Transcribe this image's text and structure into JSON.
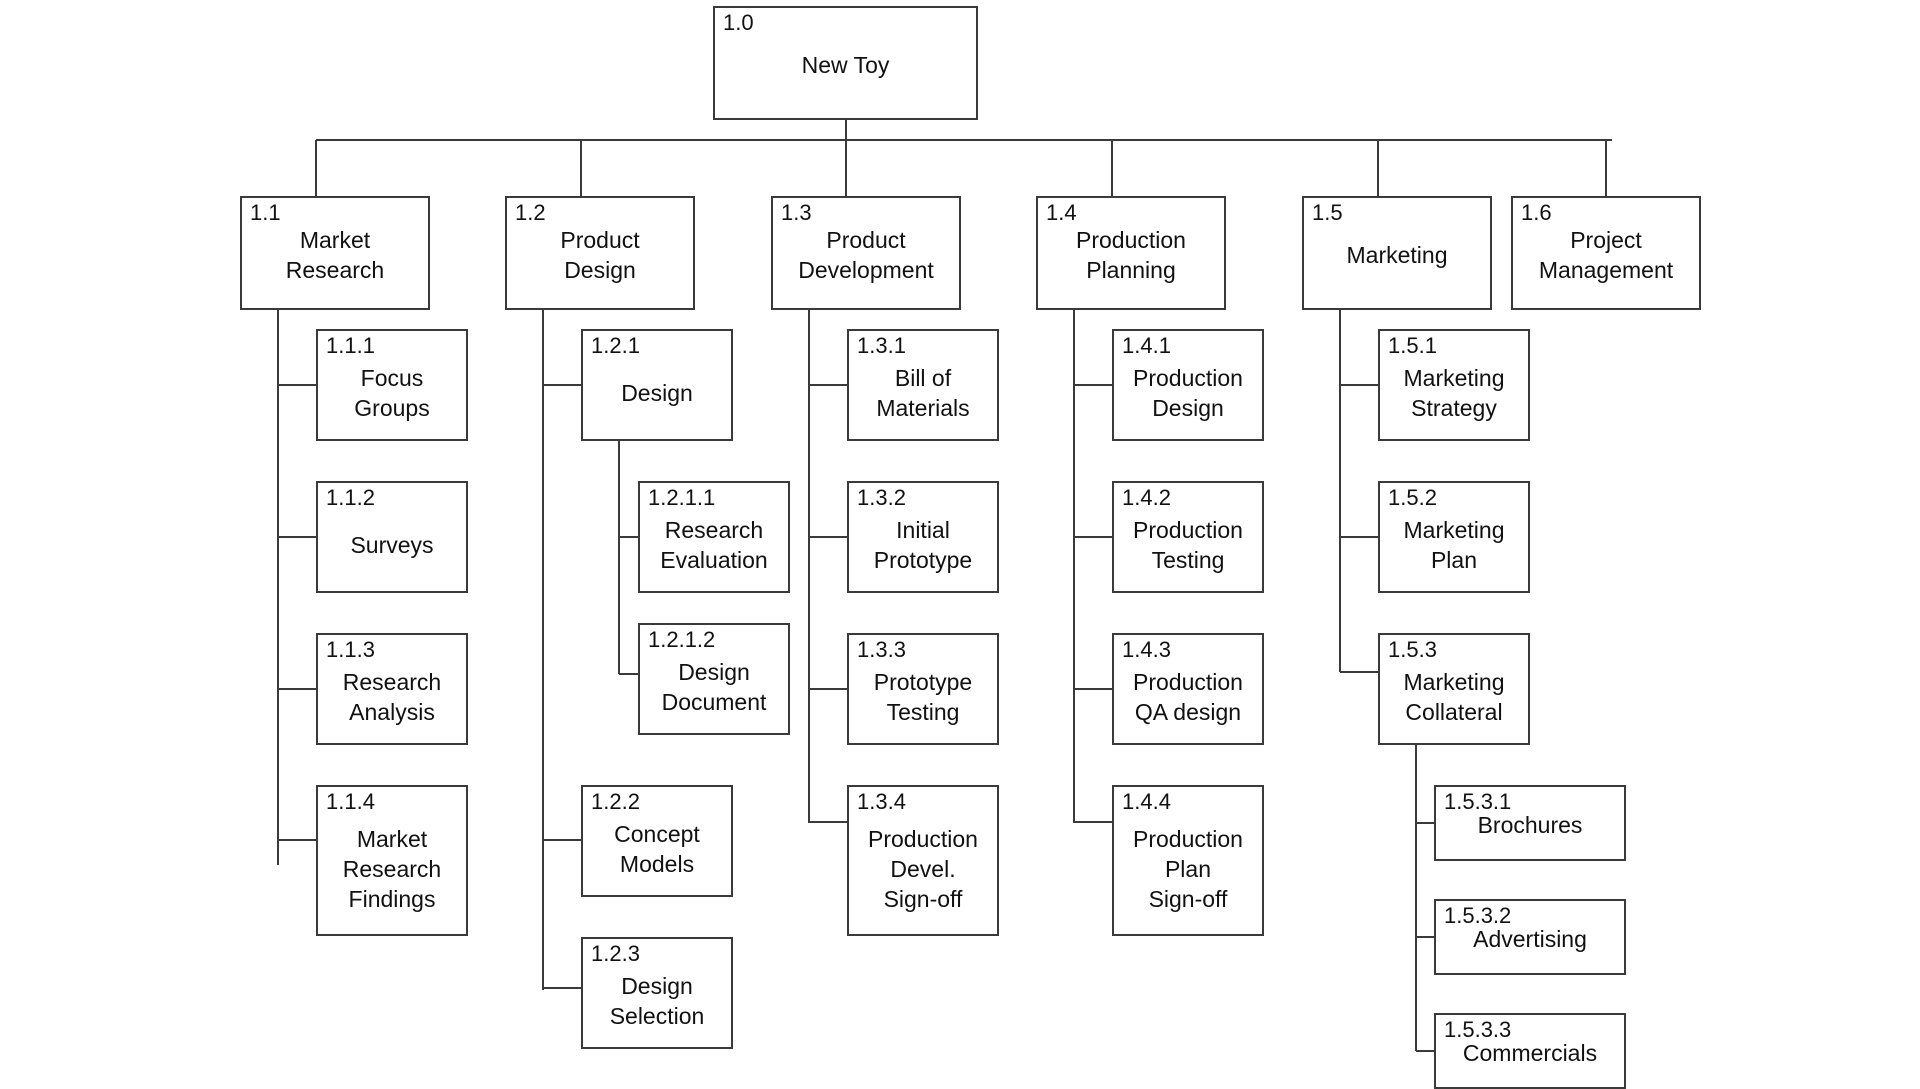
{
  "wbs": {
    "nodes": [
      {
        "key": "n1_0",
        "id": "1.0",
        "label": "New Toy"
      },
      {
        "key": "n1_1",
        "id": "1.1",
        "label": "Market\nResearch"
      },
      {
        "key": "n1_2",
        "id": "1.2",
        "label": "Product\nDesign"
      },
      {
        "key": "n1_3",
        "id": "1.3",
        "label": "Product\nDevelopment"
      },
      {
        "key": "n1_4",
        "id": "1.4",
        "label": "Production\nPlanning"
      },
      {
        "key": "n1_5",
        "id": "1.5",
        "label": "Marketing"
      },
      {
        "key": "n1_6",
        "id": "1.6",
        "label": "Project\nManagement"
      },
      {
        "key": "n1_1_1",
        "id": "1.1.1",
        "label": "Focus\nGroups"
      },
      {
        "key": "n1_1_2",
        "id": "1.1.2",
        "label": "Surveys"
      },
      {
        "key": "n1_1_3",
        "id": "1.1.3",
        "label": "Research\nAnalysis"
      },
      {
        "key": "n1_1_4",
        "id": "1.1.4",
        "label": "Market\nResearch\nFindings"
      },
      {
        "key": "n1_2_1",
        "id": "1.2.1",
        "label": "Design"
      },
      {
        "key": "n1_2_1_1",
        "id": "1.2.1.1",
        "label": "Research\nEvaluation"
      },
      {
        "key": "n1_2_1_2",
        "id": "1.2.1.2",
        "label": "Design\nDocument"
      },
      {
        "key": "n1_2_2",
        "id": "1.2.2",
        "label": "Concept\nModels"
      },
      {
        "key": "n1_2_3",
        "id": "1.2.3",
        "label": "Design\nSelection"
      },
      {
        "key": "n1_3_1",
        "id": "1.3.1",
        "label": "Bill of\nMaterials"
      },
      {
        "key": "n1_3_2",
        "id": "1.3.2",
        "label": "Initial\nPrototype"
      },
      {
        "key": "n1_3_3",
        "id": "1.3.3",
        "label": "Prototype\nTesting"
      },
      {
        "key": "n1_3_4",
        "id": "1.3.4",
        "label": "Production\nDevel.\nSign-off"
      },
      {
        "key": "n1_4_1",
        "id": "1.4.1",
        "label": "Production\nDesign"
      },
      {
        "key": "n1_4_2",
        "id": "1.4.2",
        "label": "Production\nTesting"
      },
      {
        "key": "n1_4_3",
        "id": "1.4.3",
        "label": "Production\nQA design"
      },
      {
        "key": "n1_4_4",
        "id": "1.4.4",
        "label": "Production\nPlan\nSign-off"
      },
      {
        "key": "n1_5_1",
        "id": "1.5.1",
        "label": "Marketing\nStrategy"
      },
      {
        "key": "n1_5_2",
        "id": "1.5.2",
        "label": "Marketing\nPlan"
      },
      {
        "key": "n1_5_3",
        "id": "1.5.3",
        "label": "Marketing\nCollateral"
      },
      {
        "key": "n1_5_3_1",
        "id": "1.5.3.1",
        "label": "Brochures"
      },
      {
        "key": "n1_5_3_2",
        "id": "1.5.3.2",
        "label": "Advertising"
      },
      {
        "key": "n1_5_3_3",
        "id": "1.5.3.3",
        "label": "Commercials"
      }
    ]
  }
}
